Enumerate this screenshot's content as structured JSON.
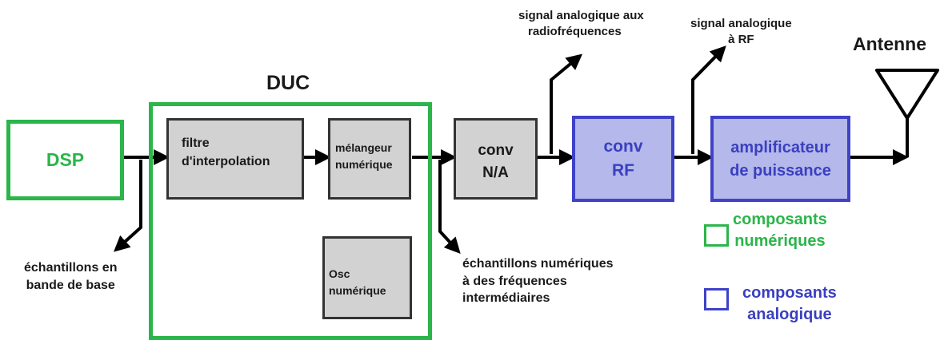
{
  "colors": {
    "digital": "#2bb54a",
    "analog_border": "#3f42c8",
    "analog_fill": "#b4b8ea",
    "analog_text": "#3a3fc0",
    "grey_fill": "#d2d2d2",
    "line": "#000000"
  },
  "blocks": {
    "dsp": "DSP",
    "duc_title": "DUC",
    "interp_filter": [
      "filtre",
      "d'interpolation"
    ],
    "digital_mixer": [
      "mélangeur",
      "numérique"
    ],
    "digital_osc": [
      "Osc",
      "numérique"
    ],
    "dac": [
      "conv",
      "N/A"
    ],
    "rf_conv": [
      "conv",
      "RF"
    ],
    "power_amp": [
      "amplificateur",
      "de puissance"
    ],
    "antenna": "Antenne"
  },
  "annotations": {
    "baseband": [
      "échantillons en",
      "bande de base"
    ],
    "if_samples": [
      "échantillons numériques",
      "à des fréquences",
      "intermédiaires"
    ],
    "rf_analog": [
      "signal analogique aux",
      "radiofréquences"
    ],
    "analog_rf": [
      "signal analogique",
      "à RF"
    ]
  },
  "legend": {
    "digital": [
      "composants",
      "numériques"
    ],
    "analog": [
      "composants",
      "analogique"
    ]
  }
}
